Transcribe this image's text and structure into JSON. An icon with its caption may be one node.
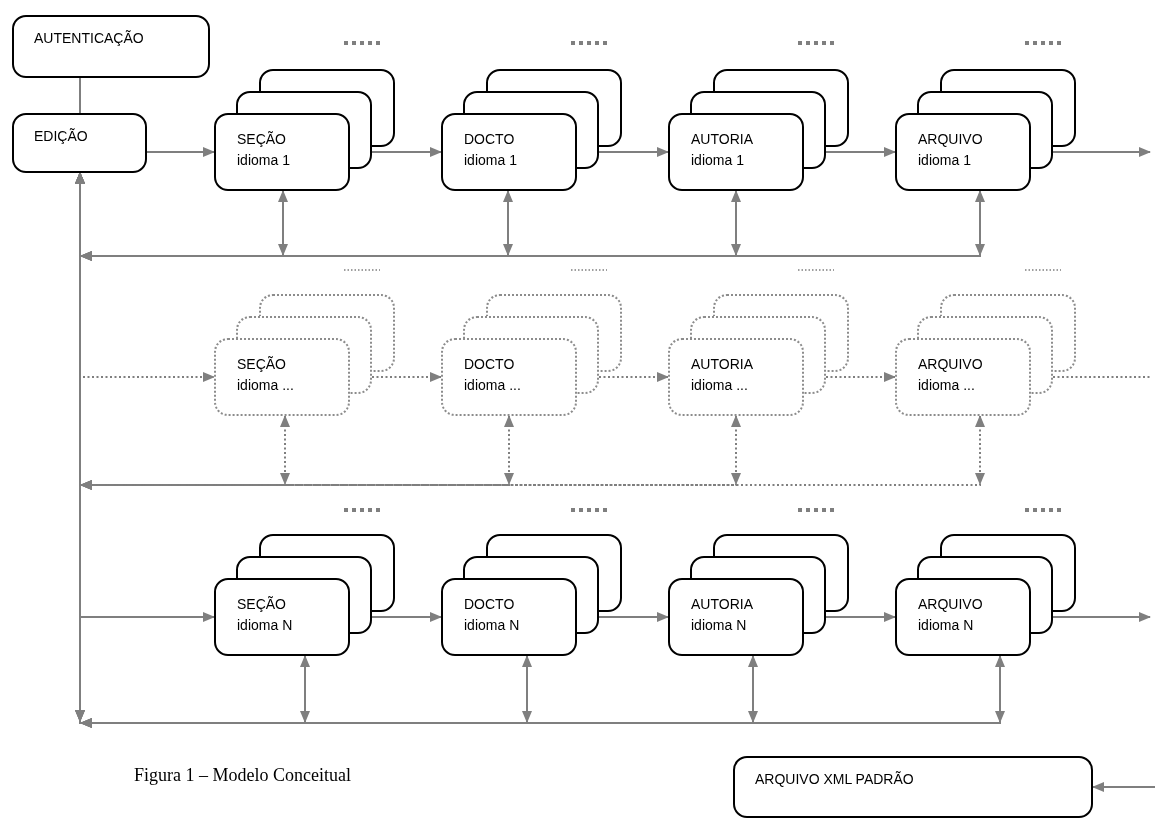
{
  "diagram": {
    "caption": "Figura 1 – Modelo Conceitual",
    "nodes": [
      {
        "text": [
          "AUTENTICAÇÃO"
        ]
      },
      {
        "text": [
          "EDIÇÃO"
        ]
      },
      {
        "text": [
          "SEÇÃO idioma 1"
        ]
      },
      {
        "text": [
          "DOCTO idioma 1"
        ]
      },
      {
        "text": [
          "AUTORIA idioma 1"
        ]
      },
      {
        "text": [
          "ARQUIVO idioma 1"
        ]
      },
      {
        "text": [
          "SEÇÃO idioma ..."
        ]
      },
      {
        "text": [
          "DOCTO idioma ..."
        ]
      },
      {
        "text": [
          "AUTORIA idioma ..."
        ]
      },
      {
        "text": [
          "ARQUIVO idioma ..."
        ]
      },
      {
        "text": [
          "SEÇÃO idioma N"
        ]
      },
      {
        "text": [
          "DOCTO idioma N"
        ]
      },
      {
        "text": [
          "AUTORIA idioma N"
        ]
      },
      {
        "text": [
          "ARQUIVO idioma N"
        ]
      },
      {
        "text": [
          "ARQUIVO XML PADRÃO"
        ]
      }
    ],
    "edges": [
      {
        "from": 0,
        "to": 1,
        "arrow": "none"
      },
      {
        "from": 1,
        "to": 2,
        "arrow": "to"
      },
      {
        "from": 2,
        "to": 3,
        "arrow": "to"
      },
      {
        "from": 3,
        "to": 4,
        "arrow": "to"
      },
      {
        "from": 4,
        "to": 5,
        "arrow": "to"
      },
      {
        "from": 5,
        "to": null,
        "arrow": "to"
      },
      {
        "from": 1,
        "to": 6,
        "arrow": "to",
        "style": "dashed"
      },
      {
        "from": 6,
        "to": 7,
        "arrow": "to",
        "style": "dashed"
      },
      {
        "from": 7,
        "to": 8,
        "arrow": "to",
        "style": "dashed"
      },
      {
        "from": 8,
        "to": 9,
        "arrow": "to",
        "style": "dashed"
      },
      {
        "from": 9,
        "to": null,
        "arrow": "none",
        "style": "dashed"
      },
      {
        "from": 1,
        "to": 10,
        "arrow": "to"
      },
      {
        "from": 10,
        "to": 11,
        "arrow": "to"
      },
      {
        "from": 11,
        "to": 12,
        "arrow": "to"
      },
      {
        "from": 12,
        "to": 13,
        "arrow": "to"
      },
      {
        "from": 13,
        "to": null,
        "arrow": "to"
      },
      {
        "from": null,
        "to": 14,
        "arrow": "to"
      },
      {
        "from": 2,
        "to": 1,
        "arrow": "both"
      },
      {
        "from": 3,
        "to": 1,
        "arrow": "both"
      },
      {
        "from": 4,
        "to": 1,
        "arrow": "both"
      },
      {
        "from": 5,
        "to": 1,
        "arrow": "both"
      },
      {
        "from": 6,
        "to": 1,
        "arrow": "both",
        "style": "dashed"
      },
      {
        "from": 7,
        "to": 1,
        "arrow": "both",
        "style": "dashed"
      },
      {
        "from": 8,
        "to": 1,
        "arrow": "both",
        "style": "dashed"
      },
      {
        "from": 9,
        "to": 1,
        "arrow": "both",
        "style": "dashed"
      },
      {
        "from": 10,
        "to": 1,
        "arrow": "both"
      },
      {
        "from": 11,
        "to": 1,
        "arrow": "both"
      },
      {
        "from": 12,
        "to": 1,
        "arrow": "both"
      },
      {
        "from": 13,
        "to": 1,
        "arrow": "both"
      }
    ]
  }
}
